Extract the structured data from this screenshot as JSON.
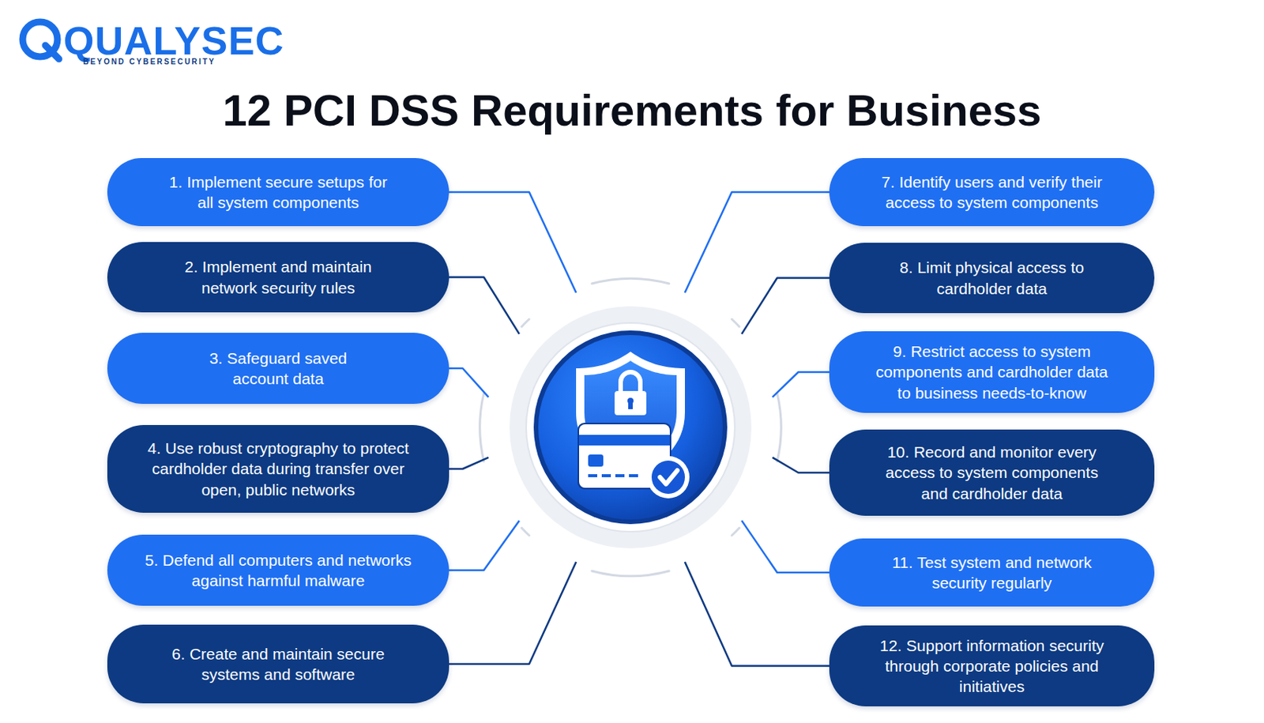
{
  "diagram": {
    "title": "12 PCI DSS Requirements for Business",
    "nodes": [
      {
        "text": [
          "1. Implement secure setups for all system components"
        ]
      },
      {
        "text": [
          "2. Implement and maintain network security rules"
        ]
      },
      {
        "text": [
          "3. Safeguard saved account data"
        ]
      },
      {
        "text": [
          "4. Use robust cryptography to protect cardholder data during transfer over open, public networks"
        ]
      },
      {
        "text": [
          "5. Defend all computers and networks against harmful malware"
        ]
      },
      {
        "text": [
          "6. Create and maintain secure systems and software"
        ]
      },
      {
        "text": [
          "7. Identify users and verify their access to system components"
        ]
      },
      {
        "text": [
          "8. Limit physical access to cardholder data"
        ]
      },
      {
        "text": [
          "9. Restrict access to system components and cardholder data to business needs-to-know"
        ]
      },
      {
        "text": [
          "10. Record and monitor every access to system components and cardholder data"
        ]
      },
      {
        "text": [
          "11. Test system and network security regularly"
        ]
      },
      {
        "text": [
          "12. Support information security through corporate policies and initiatives"
        ]
      }
    ],
    "labels": [
      "QUALYSEC",
      "BEYOND CYBERSECURITY"
    ]
  }
}
